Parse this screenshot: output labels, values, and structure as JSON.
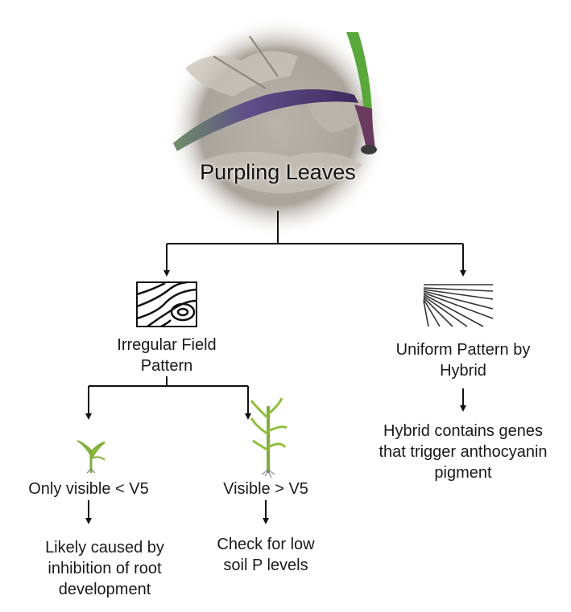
{
  "root": {
    "title": "Purpling Leaves"
  },
  "irregular": {
    "label_line1": "Irregular Field",
    "label_line2": "Pattern"
  },
  "uniform": {
    "label_line1": "Uniform Pattern by",
    "label_line2": "Hybrid"
  },
  "hybrid_result": {
    "line1": "Hybrid contains genes",
    "line2": "that trigger anthocyanin",
    "line3": "pigment"
  },
  "early": {
    "label": "Only visible < V5"
  },
  "late": {
    "label": "Visible > V5"
  },
  "early_result": {
    "line1": "Likely caused by",
    "line2": "inhibition of root",
    "line3": "development"
  },
  "late_result": {
    "line1": "Check for low",
    "line2": "soil P levels"
  }
}
